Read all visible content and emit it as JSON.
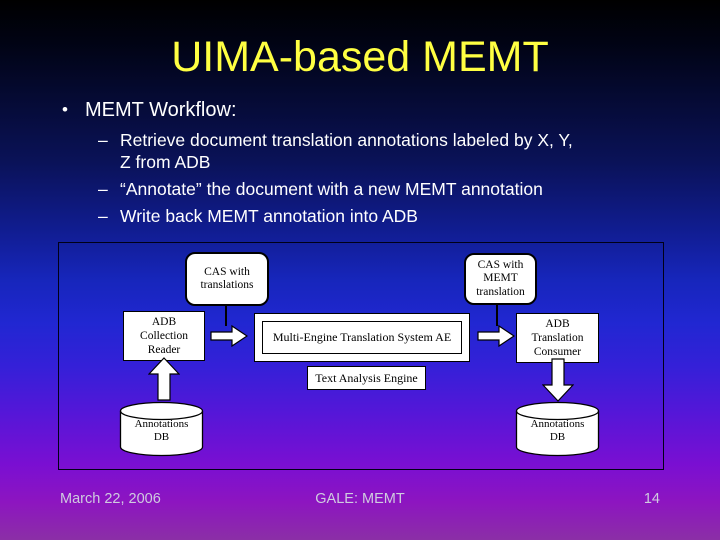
{
  "slide": {
    "title": "UIMA-based MEMT",
    "bullet_marker": "•",
    "bullet_heading": "MEMT Workflow:",
    "dash_marker": "–",
    "sub_bullets": [
      "Retrieve document translation annotations labeled by X, Y,\nZ from ADB",
      "“Annotate” the document with a new MEMT annotation",
      "Write back MEMT annotation into ADB"
    ]
  },
  "diagram": {
    "cas_input_label": "CAS with\ntranslations",
    "cas_output_label": "CAS with\nMEMT\ntranslation",
    "collection_reader_label": "ADB\nCollection\nReader",
    "mt_system_label": "Multi-Engine Translation System AE",
    "text_analysis_label": "Text Analysis Engine",
    "translation_consumer_label": "ADB\nTranslation\nConsumer",
    "annotations_db_left_label": "Annotations\nDB",
    "annotations_db_right_label": "Annotations\nDB"
  },
  "footer": {
    "date": "March 22, 2006",
    "center": "GALE: MEMT",
    "page_number": "14"
  },
  "colors": {
    "title_text": "#ffff42",
    "body_text": "#ffffff",
    "footer_text": "#cfcbdf",
    "node_fill": "#ffffff",
    "node_border": "#000000",
    "background_top": "#000000",
    "background_middle": "#1726bc",
    "background_bottom": "#8b2fa6"
  }
}
